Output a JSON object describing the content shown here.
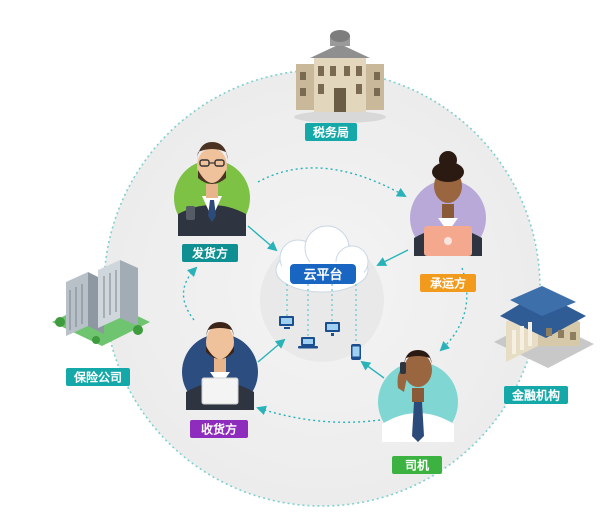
{
  "center": {
    "label": "云平台"
  },
  "nodes": {
    "tax_bureau": {
      "label": "税务局",
      "color": "#14a8a8"
    },
    "shipper": {
      "label": "发货方",
      "color": "#0e8f92"
    },
    "carrier": {
      "label": "承运方",
      "color": "#f29a1c"
    },
    "insurance": {
      "label": "保险公司",
      "color": "#14a8a8"
    },
    "finance": {
      "label": "金融机构",
      "color": "#14a8a8"
    },
    "consignee": {
      "label": "收货方",
      "color": "#8d2cbd"
    },
    "driver": {
      "label": "司机",
      "color": "#3cb340"
    }
  },
  "colors": {
    "ring": "#7fd0d0",
    "arrow": "#29b3b8",
    "cloud_label": "#1865c2"
  }
}
